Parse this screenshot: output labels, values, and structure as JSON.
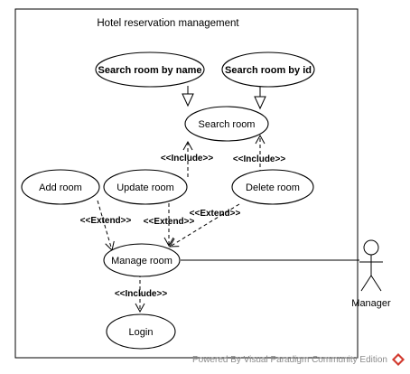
{
  "diagram": {
    "system_title": "Hotel reservation management",
    "use_cases": {
      "search_by_name": "Search room by name",
      "search_by_id": "Search room by id",
      "search_room": "Search room",
      "add_room": "Add room",
      "update_room": "Update room",
      "delete_room": "Delete room",
      "manage_room": "Manage room",
      "login": "Login"
    },
    "stereotypes": {
      "include": "<<Include>>",
      "extend": "<<Extend>>"
    },
    "actor": {
      "name": "Manager"
    },
    "watermark": "Powered By Visual Paradigm Community Edition",
    "colors": {
      "line": "#000000",
      "background": "#ffffff",
      "watermark_red": "#d23a2f"
    }
  }
}
